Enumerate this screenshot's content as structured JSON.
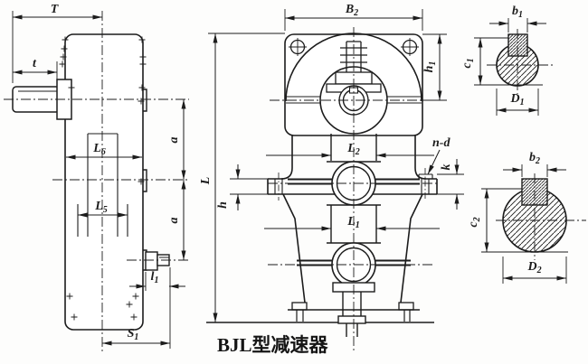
{
  "drawing": {
    "caption": "BJL型减速器",
    "colors": {
      "ink": "#1c1c1c",
      "paper": "#fdfdfc"
    }
  },
  "labels": {
    "T": {
      "base": "T",
      "sub": ""
    },
    "t": {
      "base": "t",
      "sub": ""
    },
    "L6": {
      "base": "L",
      "sub": "6"
    },
    "L5": {
      "base": "L",
      "sub": "5"
    },
    "l1": {
      "base": "l",
      "sub": "1"
    },
    "S1": {
      "base": "S",
      "sub": "1"
    },
    "a": {
      "base": "a",
      "sub": ""
    },
    "B2": {
      "base": "B",
      "sub": "2"
    },
    "L": {
      "base": "L",
      "sub": ""
    },
    "h1": {
      "base": "h",
      "sub": "1"
    },
    "h": {
      "base": "h",
      "sub": ""
    },
    "k": {
      "base": "k",
      "sub": ""
    },
    "nd": {
      "base": "n-d",
      "sub": ""
    },
    "L2": {
      "base": "L",
      "sub": "2"
    },
    "L1": {
      "base": "L",
      "sub": "1"
    },
    "b1": {
      "base": "b",
      "sub": "1"
    },
    "c1": {
      "base": "c",
      "sub": "1"
    },
    "D1": {
      "base": "D",
      "sub": "1"
    },
    "b2": {
      "base": "b",
      "sub": "2"
    },
    "c2": {
      "base": "c",
      "sub": "2"
    },
    "D2": {
      "base": "D",
      "sub": "2"
    }
  }
}
